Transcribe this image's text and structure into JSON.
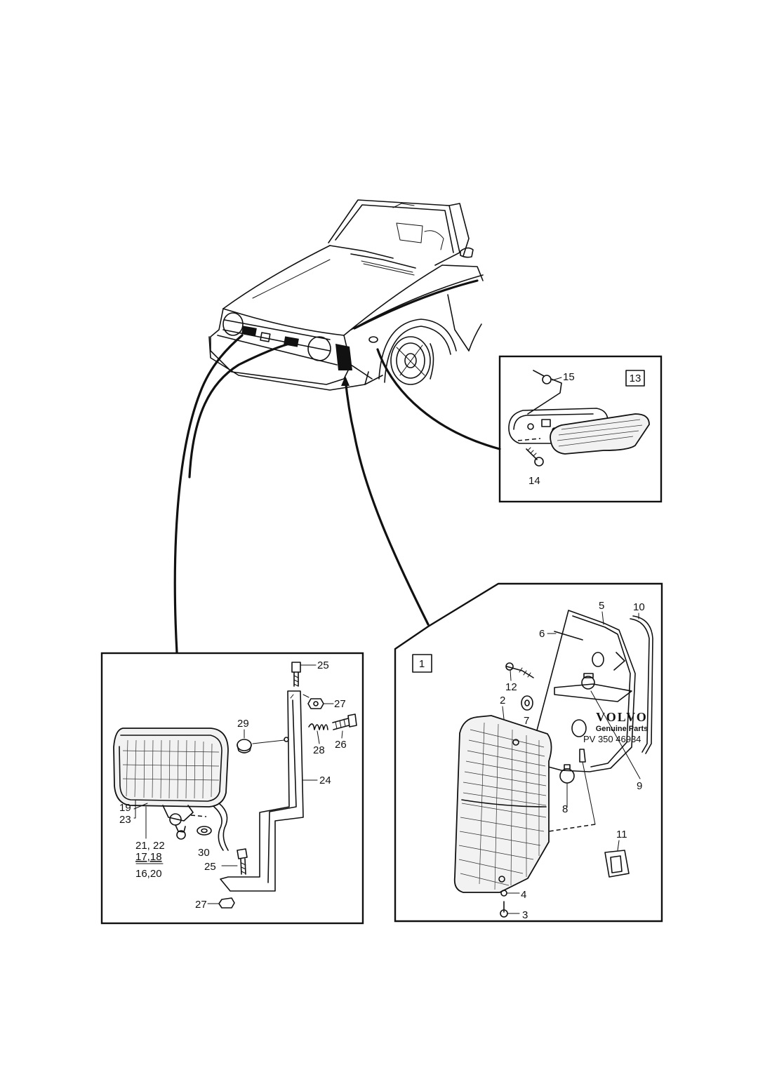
{
  "inset_badges": {
    "side_marker": "13",
    "rear_lamp": "1"
  },
  "callouts": {
    "c2": "2",
    "c3": "3",
    "c4": "4",
    "c5": "5",
    "c6": "6",
    "c7": "7",
    "c8": "8",
    "c9": "9",
    "c10": "10",
    "c11": "11",
    "c12": "12",
    "c14": "14",
    "c15": "15",
    "c16_20": "16,20",
    "c17_18": "17,18",
    "c19": "19",
    "c21_22": "21, 22",
    "c23": "23",
    "c24": "24",
    "c25a": "25",
    "c25b": "25",
    "c26": "26",
    "c27a": "27",
    "c27b": "27",
    "c28": "28",
    "c29": "29",
    "c30": "30"
  },
  "brand": {
    "name": "VOLVO",
    "subtitle": "Genuine Parts",
    "code": "PV 350 46934"
  }
}
